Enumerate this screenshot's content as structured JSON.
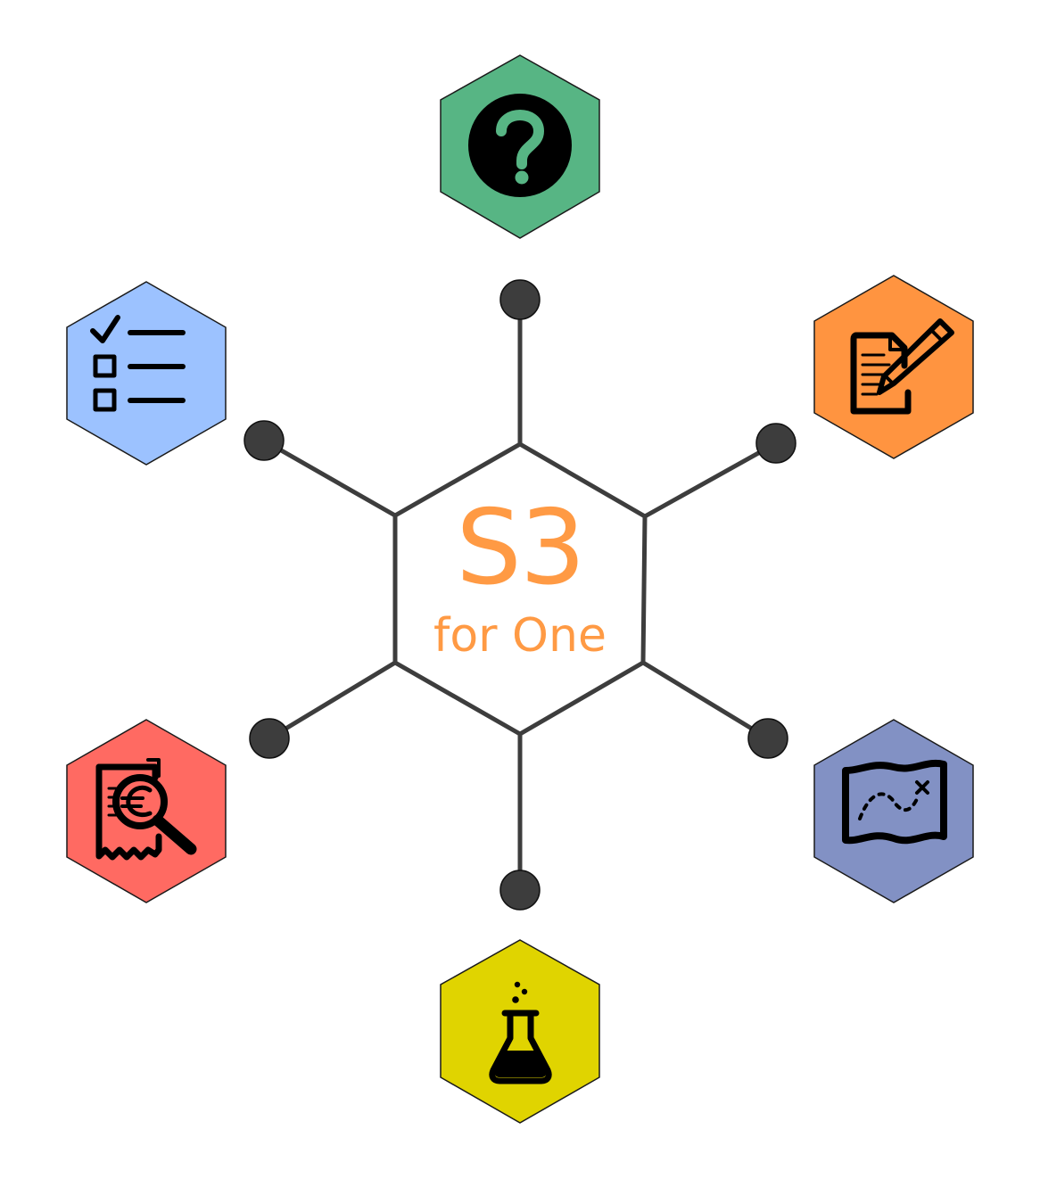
{
  "center": {
    "title": "S3",
    "subtitle": "for One",
    "text_color": "#ff9a44"
  },
  "palette": {
    "line": "#3d3d3d",
    "dot": "#3d3d3d",
    "hex_stroke": "#1a1a1a",
    "icon": "#000000"
  },
  "nodes": [
    {
      "id": "top",
      "icon": "question-icon",
      "color": "#57b584"
    },
    {
      "id": "upper-right",
      "icon": "edit-document-icon",
      "color": "#ff9440"
    },
    {
      "id": "lower-right",
      "icon": "treasure-map-icon",
      "color": "#8291c4"
    },
    {
      "id": "bottom",
      "icon": "lab-flask-icon",
      "color": "#e0d400"
    },
    {
      "id": "lower-left",
      "icon": "receipt-search-icon",
      "color": "#ff6a62"
    },
    {
      "id": "upper-left",
      "icon": "checklist-icon",
      "color": "#9cc2ff"
    }
  ]
}
